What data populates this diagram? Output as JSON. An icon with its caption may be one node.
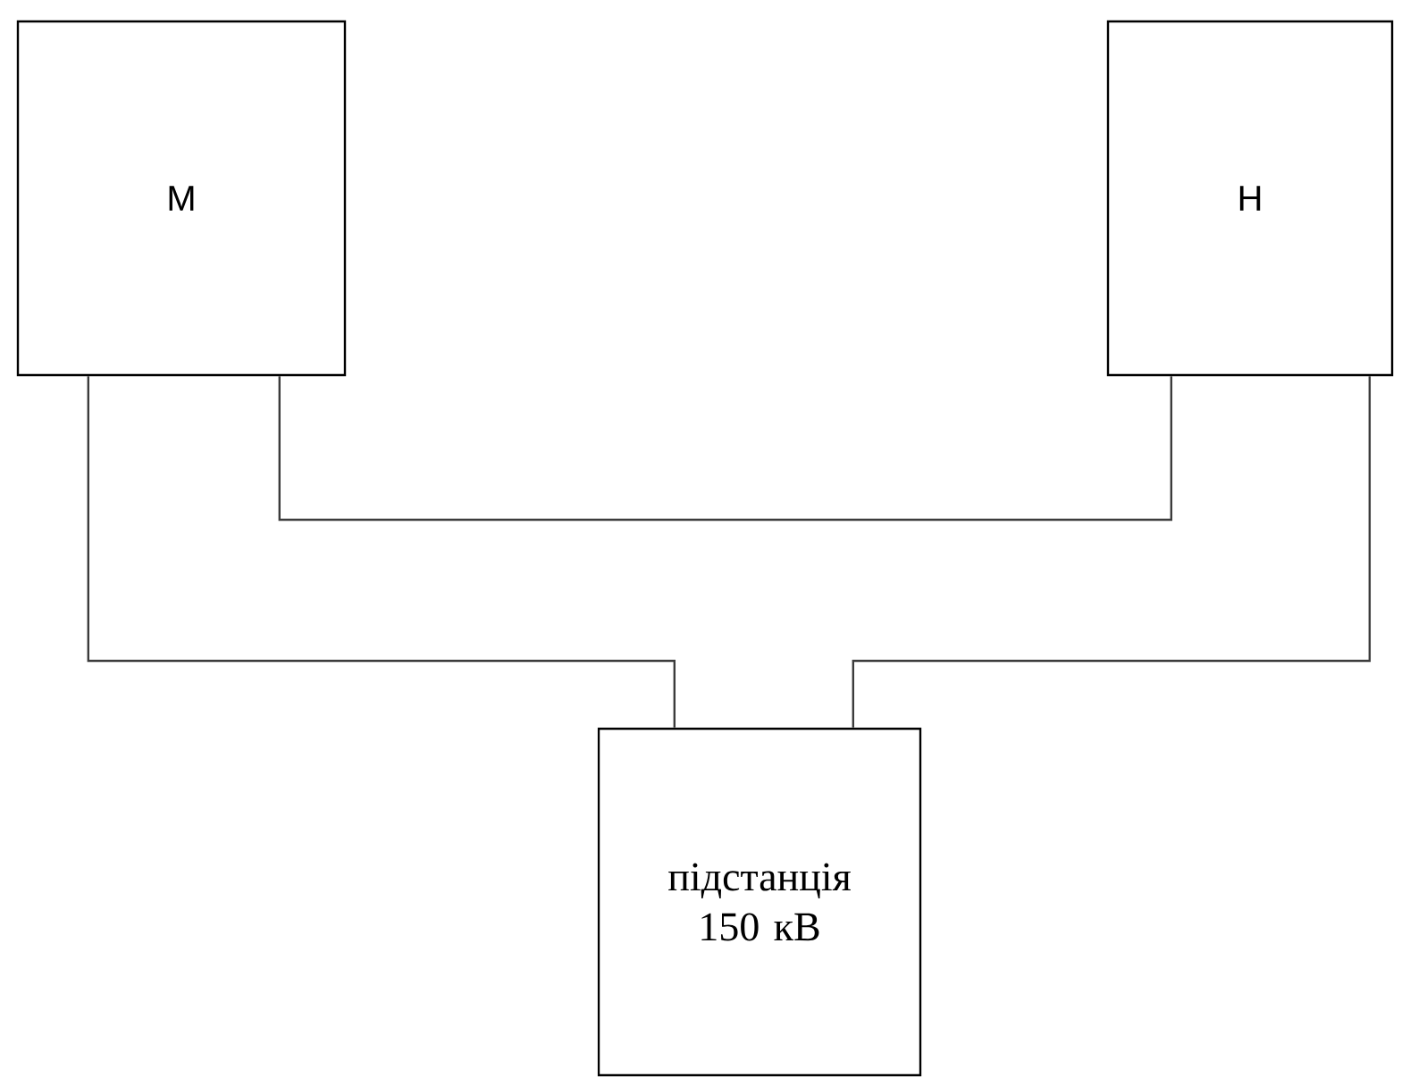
{
  "diagram": {
    "nodes": [
      {
        "text": [
          "М"
        ]
      },
      {
        "text": [
          "Н"
        ]
      },
      {
        "text": [
          "підстанція 150 кВ"
        ]
      }
    ],
    "edges": [
      {
        "from": 0,
        "to": 1,
        "arrow": "none"
      },
      {
        "from": 0,
        "to": 2,
        "arrow": "none"
      },
      {
        "from": 1,
        "to": 2,
        "arrow": "none"
      }
    ]
  }
}
